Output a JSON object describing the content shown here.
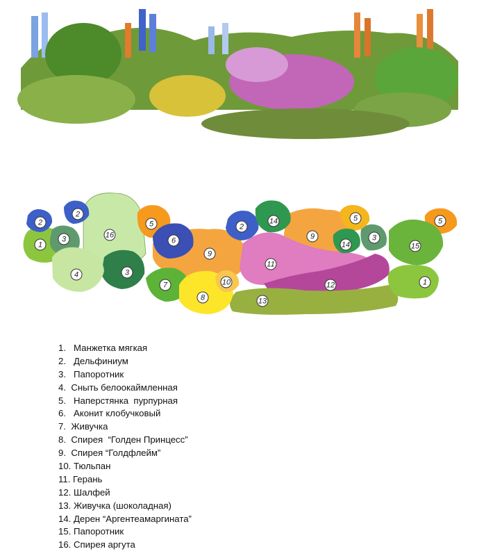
{
  "scheme_labels": [
    "1",
    "2",
    "3",
    "4",
    "5",
    "6",
    "7",
    "8",
    "9",
    "10",
    "11",
    "12",
    "13",
    "14",
    "15",
    "16"
  ],
  "legend": [
    {
      "text": "1.   Манжетка мягкая"
    },
    {
      "text": "2.   Дельфиниум"
    },
    {
      "text": "3.   Папоротник"
    },
    {
      "text": "4.  Сныть белоокаймленная"
    },
    {
      "text": "5.   Наперстянка  пурпурная"
    },
    {
      "text": "6.   Аконит клобучковый"
    },
    {
      "text": "7.  Живучка"
    },
    {
      "text": "8.  Спирея  “Голден Принцесс”"
    },
    {
      "text": "9.  Спирея “Голдфлейм”"
    },
    {
      "text": "10. Тюльпан"
    },
    {
      "text": "11. Герань"
    },
    {
      "text": "12. Шалфей"
    },
    {
      "text": "13. Живучка (шоколадная)"
    },
    {
      "text": "14. Дерен “Аргентеамаргината”"
    },
    {
      "text": "15. Папоротник"
    },
    {
      "text": "16. Спирея аргута"
    }
  ],
  "colors": {
    "alchemilla": "#8cc63f",
    "delphinium": "#3d5fc8",
    "fern": "#5f9a6e",
    "aegopodium": "#c6e6a2",
    "digitalis": "#f59a1c",
    "aconitum": "#3b4fb5",
    "ajuga": "#5cb338",
    "spirea_golden": "#fde62a",
    "spirea_goldflame": "#f5a540",
    "tulip": "#f9c74f",
    "geranium": "#e07cc0",
    "salvia": "#b5479b",
    "ajuga_chocolate": "#98b040",
    "cornus": "#2f9850",
    "fern2": "#6ab43c",
    "spirea_arguta": "#c8e8a8"
  }
}
